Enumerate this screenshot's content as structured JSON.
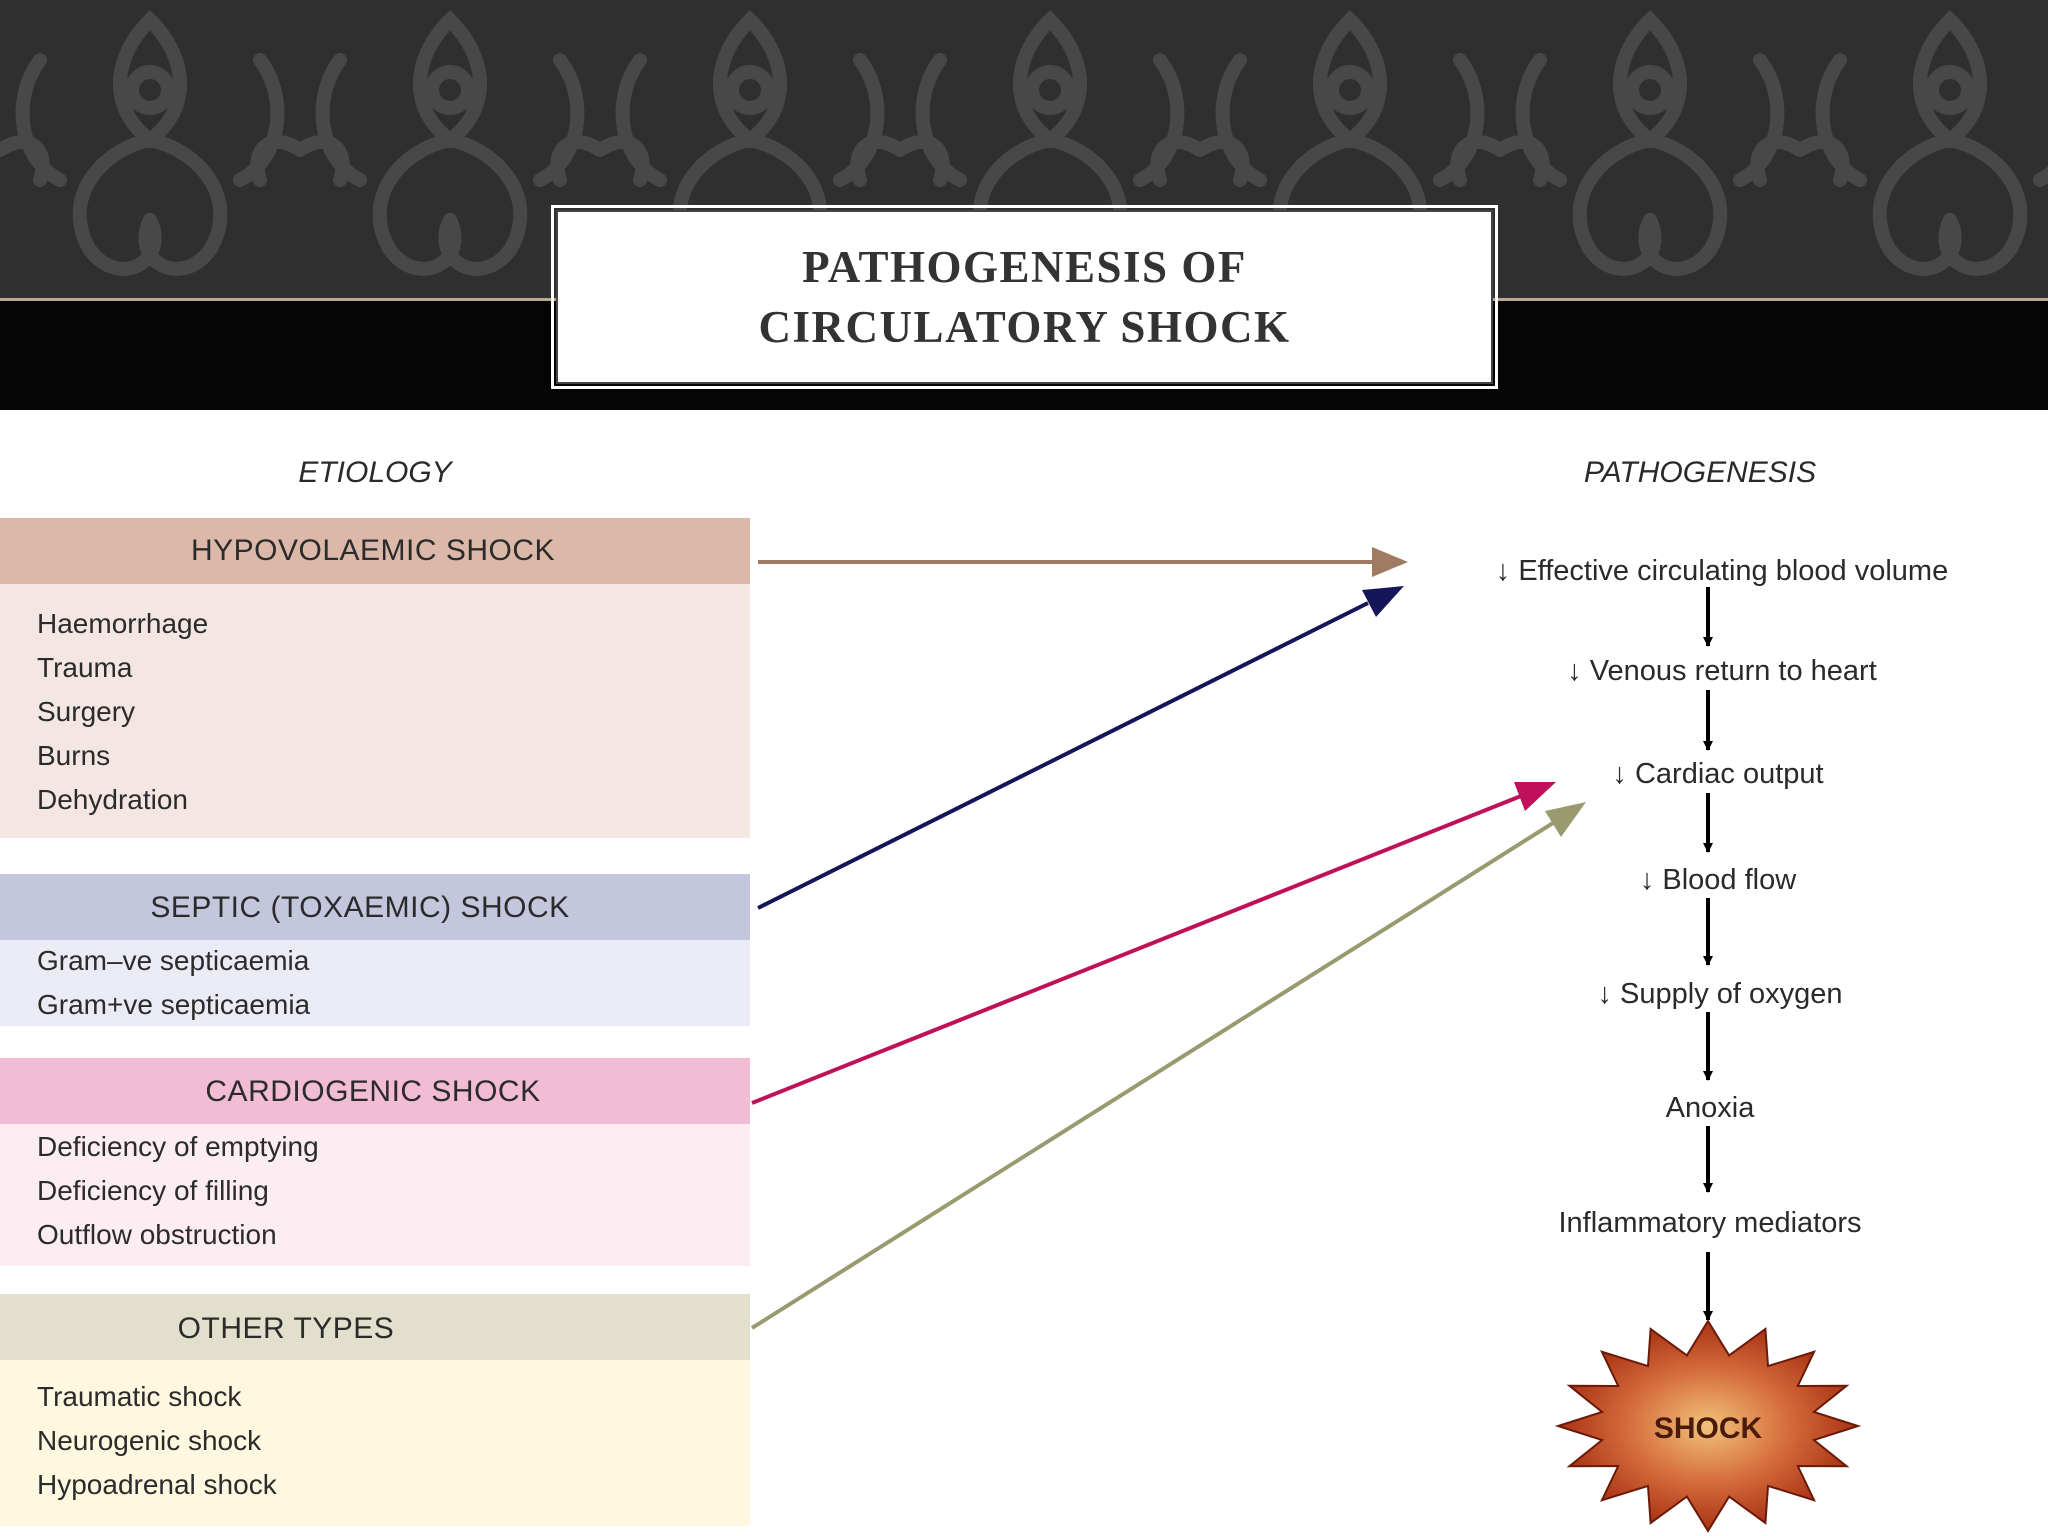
{
  "title": {
    "line1": "PATHOGENESIS OF",
    "line2": "CIRCULATORY SHOCK"
  },
  "columns": {
    "left": "ETIOLOGY",
    "right": "PATHOGENESIS"
  },
  "categories": [
    {
      "heading": "HYPOVOLAEMIC SHOCK",
      "items": [
        "Haemorrhage",
        "Trauma",
        "Surgery",
        "Burns",
        "Dehydration"
      ],
      "header_color": "#dcb8a8",
      "body_color": "#f4e6e2",
      "arrow_color": "#a07a62",
      "points_to": "↓ Effective circulating blood volume"
    },
    {
      "heading": "SEPTIC (TOXAEMIC) SHOCK",
      "items": [
        "Gram–ve septicaemia",
        "Gram+ve septicaemia"
      ],
      "header_color": "#c4c6de",
      "body_color": "#eaebf5",
      "arrow_color": "#15155a",
      "points_to": "↓ Effective circulating blood volume"
    },
    {
      "heading": "CARDIOGENIC SHOCK",
      "items": [
        "Deficiency of emptying",
        "Deficiency of filling",
        "Outflow obstruction"
      ],
      "header_color": "#f2bcd4",
      "body_color": "#fcedf3",
      "arrow_color": "#c0105a",
      "points_to": "↓ Cardiac output"
    },
    {
      "heading": "OTHER TYPES",
      "items": [
        "Traumatic shock",
        "Neurogenic shock",
        "Hypoadrenal shock"
      ],
      "header_color": "#e2e0cc",
      "body_color": "#fdf8df",
      "arrow_color": "#9a9a70",
      "points_to": "↓ Cardiac output"
    }
  ],
  "pathway": [
    "↓ Effective circulating blood volume",
    "↓ Venous return to heart",
    "↓ Cardiac output",
    "↓ Blood flow",
    "↓ Supply of oxygen",
    "Anoxia",
    "Inflammatory mediators"
  ],
  "outcome": {
    "label": "SHOCK",
    "color": "#a83214",
    "icon": "starburst-icon"
  },
  "colors": {
    "header_pattern": "#2f2f2f",
    "header_band": "#050505",
    "title_text": "#333333"
  }
}
